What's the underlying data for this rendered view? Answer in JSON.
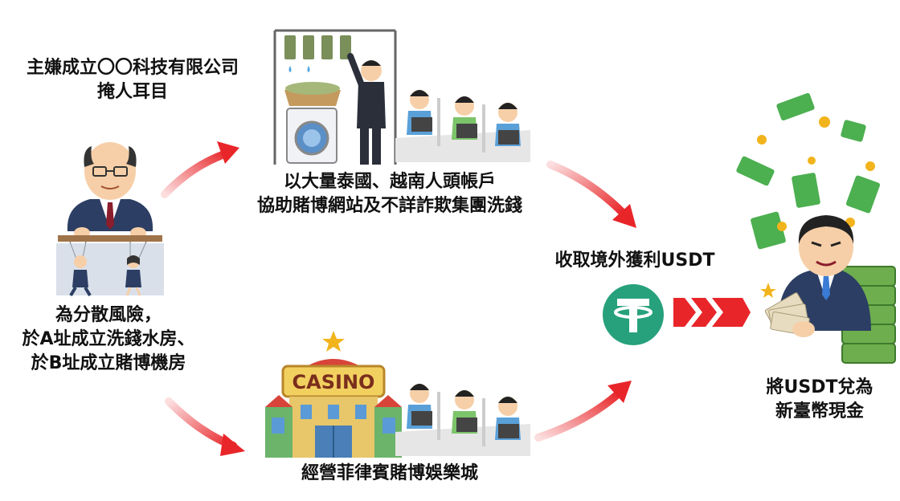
{
  "labels": {
    "shell_company_line1": "主嫌成立〇〇科技有限公司",
    "shell_company_line2": "掩人耳目",
    "laundering_line1": "以大量泰國、越南人頭帳戶",
    "laundering_line2": "協助賭博網站及不詳詐欺集團洗錢",
    "risk_line1": "為分散風險，",
    "risk_line2": "於A址成立洗錢水房、",
    "risk_line3": "於B址成立賭博機房",
    "casino_operation": "經營菲律賓賭博娛樂城",
    "usdt_profit": "收取境外獲利USDT",
    "exchange_line1": "將USDT兌為",
    "exchange_line2": "新臺幣現金"
  },
  "casino_sign": "CASINO",
  "colors": {
    "arrow_red": "#e8262a",
    "tether_green": "#26a17b",
    "money_green": "#4caf50",
    "suit_navy": "#2c3e63",
    "gold": "#f2b41c"
  },
  "icons": [
    "boss-puppeteer-illustration",
    "laundering-illustration",
    "workers-desk-illustration",
    "casino-building-illustration",
    "tether-usdt-icon",
    "chevrons-icon",
    "rich-man-money-illustration"
  ]
}
